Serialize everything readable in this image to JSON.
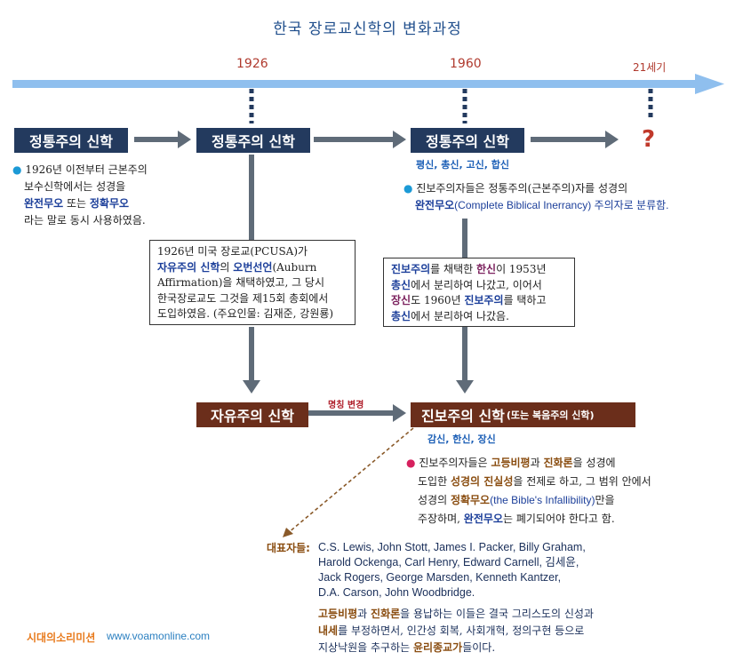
{
  "title": "한국 장로교신학의 변화과정",
  "timeline": {
    "years": [
      "1926",
      "1960",
      "21세기"
    ],
    "question_mark": "?"
  },
  "boxes": {
    "orthodox_1": "정통주의 신학",
    "orthodox_2": "정통주의 신학",
    "orthodox_3": "정통주의 신학",
    "liberal": "자유주의 신학",
    "progressive": "진보주의 신학",
    "progressive_suffix": "(또는 복음주의 신학)"
  },
  "seminaries_orthodox": "평신, 총신, 고신, 합신",
  "seminaries_progressive": "감신, 한신, 장신",
  "rename_label": "명칭 변경",
  "note1": {
    "line1": "1926년 이전부터 근본주의",
    "line2": "보수신학에서는 성경을",
    "w1": "완전무오",
    "line3_mid": " 또는 ",
    "w2": "정확무오",
    "line4": "라는 말로 동시 사용하였음."
  },
  "note2": {
    "line1": "진보주의자들은 정통주의(근본주의)자를 성경의",
    "w1": "완전무오",
    "line2_rest": "(Complete Biblical Inerrancy) 주의자로 분류함."
  },
  "box1926": {
    "line1": "1926년 미국 장로교(PCUSA)가",
    "w1": "자유주의 신학",
    "line2_mid": "의 ",
    "w2": "오번선언",
    "line2_rest": "(Auburn",
    "line3": "Affirmation)을 채택하였고, 그 당시",
    "line4": "한국장로교도 그것을 제15회 총회에서",
    "line5": "도입하였음. (주요인물: 김재준, 강원룡)"
  },
  "box1953": {
    "w1": "진보주의",
    "l1_mid": "를 채택한 ",
    "w2": "한신",
    "l1_rest": "이 1953년",
    "w3": "총신",
    "l2_rest": "에서 분리하여 나갔고, 이어서",
    "w4": "장신",
    "l3_mid": "도 1960년 ",
    "w5": "진보주의",
    "l3_rest": "를 택하고",
    "w6": "총신",
    "l4_rest": "에서 분리하여 나갔음."
  },
  "note3": {
    "line1_pre": "진보주의자들은 ",
    "w1": "고등비평",
    "line1_mid": "과 ",
    "w2": "진화론",
    "line1_rest": "을 성경에",
    "line2_pre": "도입한 ",
    "w3": "성경의 진실성",
    "line2_rest": "을 전제로 하고, 그 범위 안에서",
    "line3_pre": "성경의 ",
    "w4": "정확무오",
    "w4_en": "(the Bible's Infallibility)",
    "line3_rest": "만을",
    "line4_pre": "주장하며, ",
    "w5": "완전무오",
    "line4_rest": "는 폐기되어야 한다고 함."
  },
  "representatives": {
    "label": "대표자들:",
    "lines": [
      "C.S. Lewis, John Stott, James I. Packer, Billy Graham,",
      "Harold Ockenga, Carl Henry, Edward Carnell, 김세윤,",
      "Jack Rogers, George Marsden, Kenneth Kantzer,",
      "D.A. Carson, John Woodbridge."
    ]
  },
  "conclusion": {
    "w1": "고등비평",
    "l1_mid": "과 ",
    "w2": "진화론",
    "l1_rest": "을 용납하는 이들은 결국 그리스도의 신성과",
    "w3": "내세",
    "l2_rest": "를 부정하면서, 인간성 회복, 사회개혁, 정의구현 등으로",
    "l3_pre": "지상낙원을 추구하는 ",
    "w4": "윤리종교가",
    "l3_rest": "들이다."
  },
  "footer": {
    "brand": "시대의소리미션",
    "url": "www.voamonline.com"
  },
  "colors": {
    "navy": "#233a5e",
    "brown": "#6b2e1b",
    "timeline": "#8fbfee",
    "arrow_gray": "#5f6b78",
    "year_red": "#b03a2e"
  }
}
